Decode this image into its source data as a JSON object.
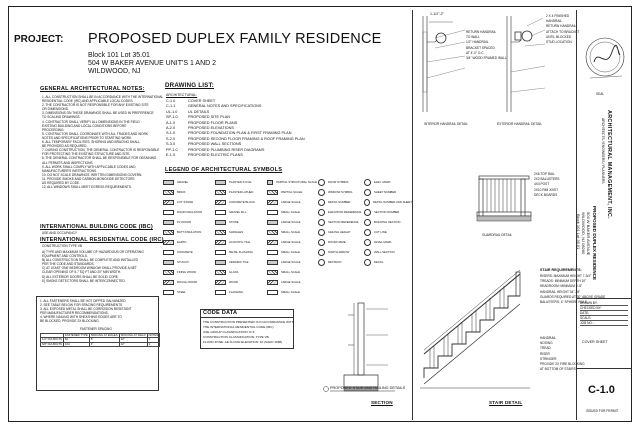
{
  "project": {
    "label": "PROJECT:",
    "title": "PROPOSED DUPLEX FAMILY RESIDENCE",
    "block_lot": "Block 101  Lot 35.01",
    "address": "504 W BAKER AVENUE UNIT'S 1 AND 2",
    "city": "WILDWOOD, NJ"
  },
  "notes": {
    "heading": "GENERAL ARCHITECTURAL NOTES:",
    "items": [
      "1.  ALL CONSTRUCTION SHALL BE IN ACCORDANCE WITH THE INTERNATIONAL",
      "    RESIDENTIAL CODE (IRC) AND APPLICABLE LOCAL CODES.",
      "2.  THE CONTRACTOR IS NOT RESPONSIBLE FOR ANY EXISTING SITE",
      "    OR DIMENSIONS.",
      "3.  DIMENSIONS ON THESE DRAWINGS SHALL BE USED IN PREFERENCE",
      "    TO SCALING DRAWINGS.",
      "4.  CONTRACTOR SHALL VERIFY ALL DIMENSIONS IN THE FIELD",
      "    EXISTING BUILDING AND LOCAL CONDITIONS BEFORE",
      "    PROCEEDING.",
      "5.  CONTRACTOR SHALL COORDINATE WITH ALL TRADES AND WORK",
      "    NOTES AND SPECIFICATIONS PRIOR TO STARTING WORK.",
      "6.  ALL TEMPORARY FACILITIES, SHORING AND BRACING SHALL",
      "    BE PROVIDED AS REQUIRED.",
      "7.  DURING CONSTRUCTION, THE GENERAL CONTRACTOR IS RESPONSIBLE",
      "    FOR PROTECTING THE EXISTING STRUCTURE AND SITE.",
      "8.  THE GENERAL CONTRACTOR SHALL BE RESPONSIBLE FOR OBTAINING",
      "    ALL PERMITS AND INSPECTIONS.",
      "9.  ALL WORK SHALL COMPLY WITH APPLICABLE CODES AND",
      "    MANUFACTURER'S INSTRUCTIONS.",
      "10. DO NOT SCALE DRAWINGS. WRITTEN DIMENSIONS GOVERN.",
      "11. PROVIDE SMOKE AND CARBON MONOXIDE DETECTORS",
      "    AS REQUIRED BY CODE.",
      "12. ALL WINDOWS SHALL MEET EGRESS REQUIREMENTS."
    ]
  },
  "ibc": {
    "heading": "INTERNATIONAL BUILDING CODE (IBC)",
    "sub": "USE AND OCCUPANCY",
    "irc_heading": "INTERNATIONAL RESIDENTIAL CODE (IRC)",
    "irc_sub": "CONSTRUCTION TYPE VB"
  },
  "drawing_list": {
    "heading": "DRAWING LIST:",
    "group": "ARCHITECTURAL:",
    "items": [
      {
        "code": "C-1.0",
        "desc": "COVER SHEET"
      },
      {
        "code": "C-1.1",
        "desc": "GENERAL NOTES AND SPECIFICATIONS"
      },
      {
        "code": "UL-1.0",
        "desc": "UL DETAILS"
      },
      {
        "code": "SP-1.0",
        "desc": "PROPOSED SITE PLAN"
      },
      {
        "code": "A-1.0",
        "desc": "PROPOSED FLOOR PLANS"
      },
      {
        "code": "A-2.0",
        "desc": "PROPOSED ELEVATIONS"
      },
      {
        "code": "S-1.0",
        "desc": "PROPOSED FOUNDATION PLAN & FIRST FRAMING PLAN"
      },
      {
        "code": "S-2.0",
        "desc": "PROPOSED SECOND FLOOR FRAMING & ROOF FRAMING PLAN"
      },
      {
        "code": "S-3.0",
        "desc": "PROPOSED WALL SECTIONS"
      },
      {
        "code": "PP-1.0",
        "desc": "PROPOSED PLUMBING RISER DIAGRAMS"
      },
      {
        "code": "E-1.0",
        "desc": "PROPOSED ELECTRIC PLANS"
      }
    ]
  },
  "legend": {
    "heading": "LEGEND OF ARCHITECTURAL SYMBOLS",
    "materials": [
      "GRAVEL",
      "BRICK",
      "CUT STONE",
      "RIGID INSULATION",
      "PLYWOOD",
      "BATT INSULATION",
      "EARTH",
      "CONCRETE",
      "STUCCO",
      "FINISH WOOD",
      "ROUGH WOOD",
      "STEEL"
    ],
    "materials2": [
      "PLANTED IN FILL",
      "PLASTER LATHED",
      "CONCRETE BLOCK",
      "GRAVEL FILL",
      "STONE",
      "SHINGLES",
      "ACOUSTIC TILE",
      "METAL FLASHING",
      "CERAMIC TILE",
      "GLASS",
      "WOOD",
      "FLASHING"
    ],
    "scales": [
      "PARTIAL STRUCTURAL SCALE",
      "PARTIAL SCALE",
      "LARGE SCALE",
      "SMALL SCALE",
      "LARGE SCALE",
      "SMALL SCALE",
      "LARGE SCALE",
      "SMALL SCALE",
      "LARGE SCALE",
      "SMALL SCALE",
      "LARGE SCALE",
      "SMALL SCALE"
    ],
    "symbols": [
      "DOOR SYMBOL",
      "WINDOW SYMBOL",
      "DETAIL NUMBER",
      "ELEVATION REFERENCE",
      "SECTION REFERENCE",
      "CEILING HEIGHT",
      "ROOM NAME",
      "NORTH ARROW",
      "REVISION"
    ],
    "symbols2": [
      "ELEV. MARK",
      "SHEET NUMBER",
      "DETAIL NUMBER AND SHEET",
      "SECTION NUMBER",
      "BUILDING SECTION",
      "CUT LINE",
      "LEVEL MARK",
      "WALL SECTION",
      "DETAIL"
    ]
  },
  "code_data": {
    "heading": "CODE DATA",
    "lines": [
      "THE CONSTRUCTION PRESENTED IS IN ACCORDANCE WITH",
      "THE INTERNATIONAL RESIDENTIAL CODE (IRC)",
      "USE GROUP CLASSIFICATION: R-5",
      "CONSTRUCTION CLASSIFICATION: TYPE VB",
      "FLOOD ZONE: AE FLOOD ELEVATION: 10 (NAVD 1988)"
    ]
  },
  "fastener": {
    "heading": "FASTENER SPACING",
    "headers": [
      "",
      "FASTENER TYPE",
      "SPACING AT EDGES",
      "SPACING AT FIELD",
      "NOTES"
    ],
    "rows": [
      [
        "1/2\" DIA BOLTS",
        "8d",
        "6\"",
        "12\"",
        "1"
      ],
      [
        "5/8\" DIA BOLTS",
        "10d",
        "4\"",
        "12\"",
        "2"
      ]
    ]
  },
  "drawings": {
    "interior_rail": "INTERIOR HANDRAIL DETAIL",
    "exterior_rail": "EXTERIOR HANDRAIL DETAIL",
    "stair_rail": "PROPOSED STAIR AND RAILING DETAILS",
    "section": "SECTION",
    "stair_detail": "STAIR DETAIL",
    "guard_detail": "GUARDRAIL DETAIL",
    "rail_dim": "1-1/2\"-2\"",
    "stair_notes_heading": "STAIR REQUIREMENTS:",
    "stair_notes": [
      "RISERS: MAXIMUM HEIGHT 7-3/4\"",
      "TREADS: MINIMUM DEPTH 10\"",
      "HEADROOM: MINIMUM 6'-8\"",
      "HANDRAIL HEIGHT 34\"-38\"",
      "GUARDS REQUIRED AT 30\" ABOVE GRADE",
      "BALUSTERS: 4\" SPHERE RULE"
    ],
    "callouts_left": [
      "RETURN HANDRAIL",
      "TO WALL",
      "1/2\" HANDRAIL",
      "BRACKET SPACED",
      "AT 4'-0\" O.C.",
      "3/4\" WOOD FRAMED WALL"
    ],
    "callouts_right": [
      "2 X 4 FINISHED",
      "HANDRAIL",
      "RETURN HANDRAIL",
      "ATTACH TO BRACKET",
      "UNTIL BLOCKED",
      "STUD LOCATION"
    ],
    "guard_callouts": [
      "2X6 TOP RAIL",
      "2X2 BALUSTERS",
      "4X4 POST",
      "2X10 RIM JOIST",
      "DECK BOARDS"
    ],
    "stair_callouts": [
      "HANDRAIL",
      "NOSING",
      "TREAD",
      "RISER",
      "STRINGER",
      "PROVIDE 2X FIRE BLOCKING",
      "AT BOTTOM OF STAIRS"
    ]
  },
  "title_block": {
    "firm": "ARCHITECTURAL MANAGEMENT, INC.",
    "firm_sub": "ARCHITECTS / ENGINEERS / PLANNERS",
    "project": "PROPOSED DUPLEX RESIDENCE",
    "address1": "504 W BAKER AVENUE",
    "address2": "WILDWOOD, NJ 08260",
    "block_lot": "Block 101  Lot 35.01",
    "sheet_title": "COVER SHEET",
    "sheet_number": "C-1.0",
    "issue": "ISSUED FOR PERMIT",
    "seal_label": "SEAL"
  }
}
